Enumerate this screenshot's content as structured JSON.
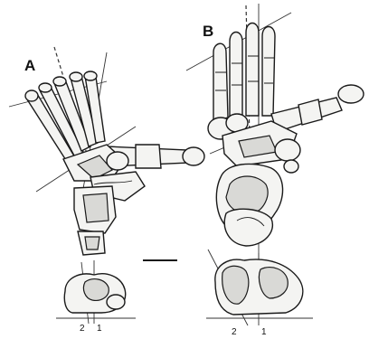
{
  "figure": {
    "panel_a": {
      "letter": "A",
      "axis_labels": [
        "2",
        "1"
      ]
    },
    "panel_b": {
      "letter": "B",
      "axis_labels": [
        "2",
        "1"
      ]
    }
  }
}
